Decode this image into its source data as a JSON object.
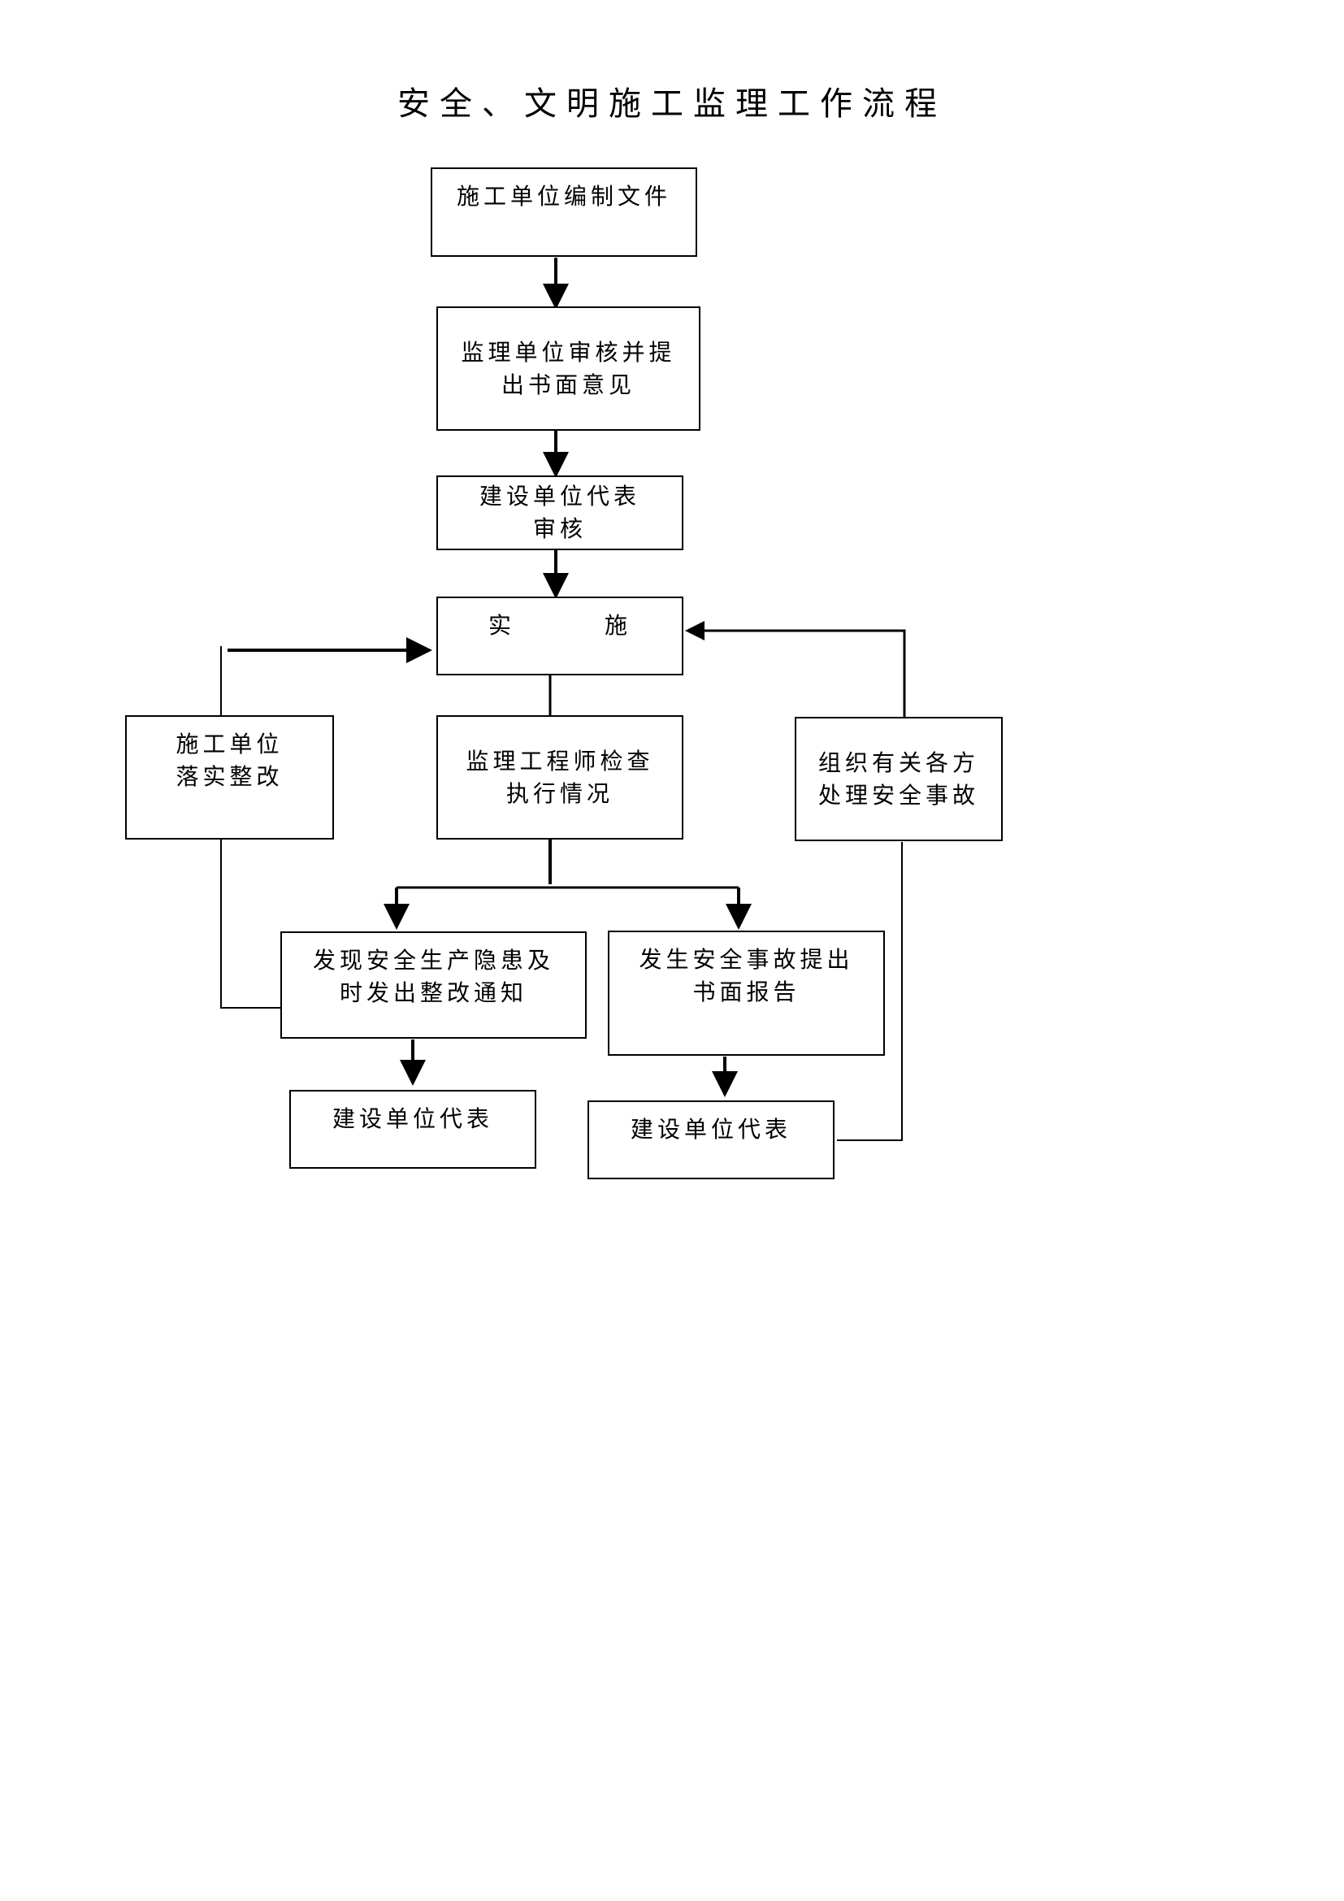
{
  "title": "安全、文明施工监理工作流程",
  "nodes": {
    "compile": [
      "施工单位编制文件"
    ],
    "review": [
      "监理单位审核并提",
      "出书面意见"
    ],
    "owner_review": [
      "建设单位代表",
      "审核"
    ],
    "implement": [
      "实",
      "施"
    ],
    "rectify": [
      "施工单位",
      "落实整改"
    ],
    "inspect": [
      "监理工程师检查",
      "执行情况"
    ],
    "handle": [
      "组织有关各方",
      "处理安全事故"
    ],
    "hazard": [
      "发现安全生产隐患及",
      "时发出整改通知"
    ],
    "accident": [
      "发生安全事故提出",
      "书面报告"
    ],
    "owner_left": [
      "建设单位代表"
    ],
    "owner_right": [
      "建设单位代表"
    ]
  }
}
